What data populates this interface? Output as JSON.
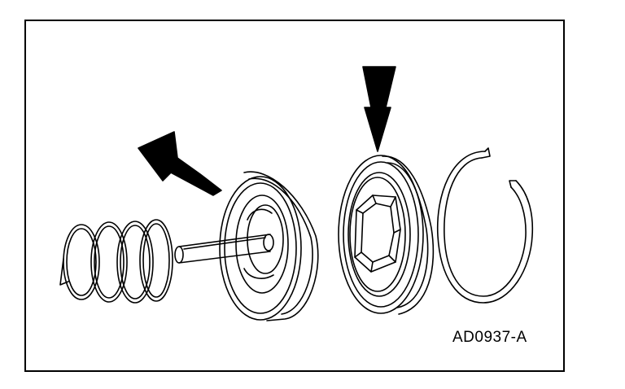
{
  "figure": {
    "reference_code": "AD0937-A",
    "components": [
      "coil-spring",
      "piston-with-stem",
      "piston-with-hex-socket",
      "snap-ring"
    ],
    "arrows": [
      "arrow-to-stem-piston",
      "arrow-to-hex-piston"
    ],
    "line_color": "#000000",
    "background_color": "#ffffff"
  }
}
